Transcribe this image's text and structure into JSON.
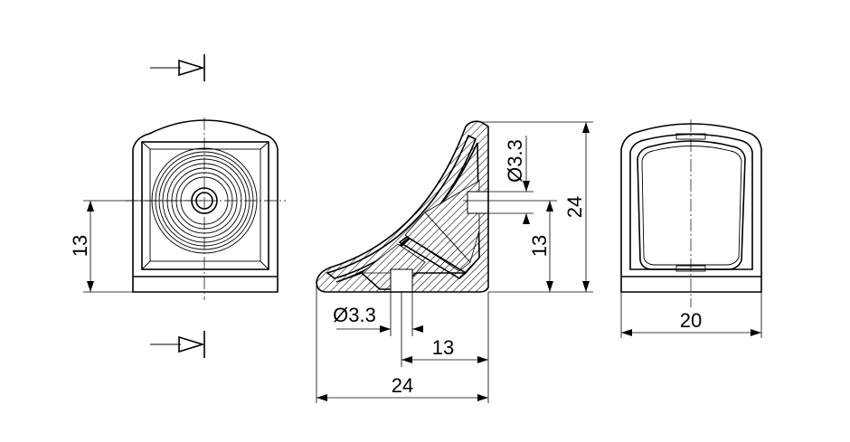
{
  "views": {
    "front": {
      "name": "front-view",
      "dim_13": "13"
    },
    "section": {
      "name": "section-view",
      "dim_24_vertical": "24",
      "dim_13_vertical": "13",
      "dim_dia_vertical": "Ø3.3",
      "dim_dia_horizontal": "Ø3.3",
      "dim_13_horizontal": "13",
      "dim_24_horizontal": "24"
    },
    "side": {
      "name": "side-view",
      "dim_20": "20"
    }
  }
}
